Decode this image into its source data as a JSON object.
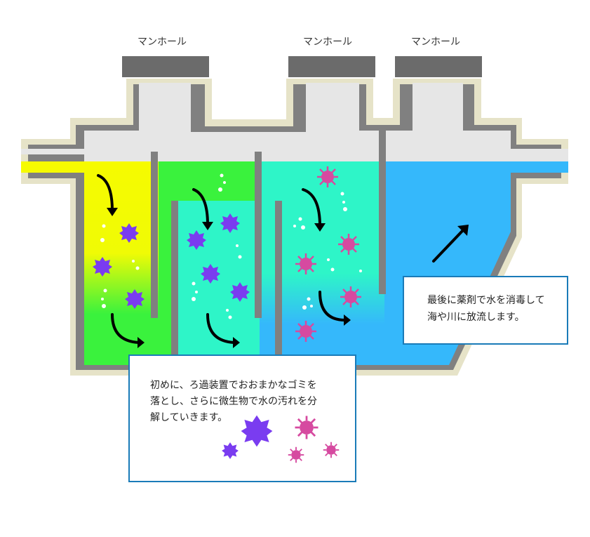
{
  "manhole_labels": [
    "マンホール",
    "マンホール",
    "マンホール"
  ],
  "callout_left": {
    "lines": [
      "初めに、ろ過装置でおおまかなゴミを",
      "落とし、さらに微生物で水の汚れを分",
      "解していきます。"
    ]
  },
  "callout_right": {
    "lines": [
      "最後に薬剤で水を消毒して",
      "海や川に放流します。"
    ]
  },
  "colors": {
    "yellow": "#f6fb00",
    "green": "#3af23d",
    "teal": "#2ef5c8",
    "blue": "#35b8fb",
    "tank_wall": "#808080",
    "outer_border": "#e6e3c8",
    "air": "#e6e6e6",
    "manhole_cap": "#6b6b6b",
    "callout_border": "#1a7bb8",
    "purple_germ": "#7a3cf0",
    "pink_germ": "#d64aa0"
  },
  "icons": [
    "arrow-icon",
    "purple-germ-icon",
    "pink-virus-icon",
    "bubble-icon"
  ]
}
